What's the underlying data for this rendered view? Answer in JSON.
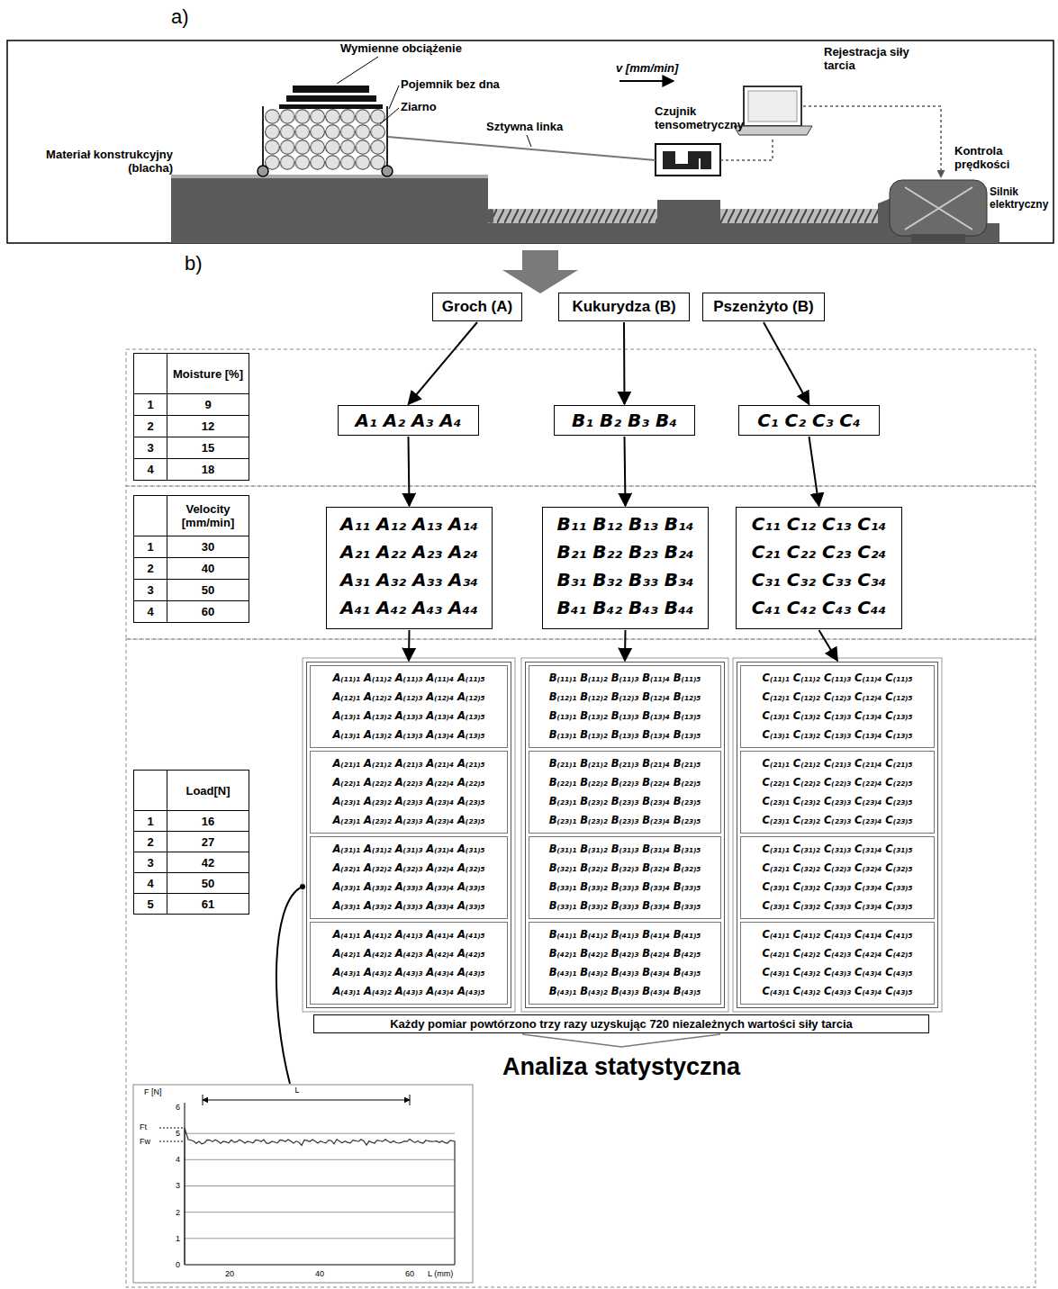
{
  "diagram": {
    "nodes": [
      {
        "text": [
          "Groch (A)"
        ]
      },
      {
        "text": [
          "Kukurydza (B)"
        ]
      },
      {
        "text": [
          "Pszenżyto (B)"
        ]
      },
      {
        "text": [
          "A₁ A₂ A₃ A₄"
        ]
      },
      {
        "text": [
          "B₁ B₂ B₃ B₄"
        ]
      },
      {
        "text": [
          "C₁ C₂ C₃ C₄"
        ]
      },
      {
        "text": [
          "A₁₁ A₁₂ A₁₃ A₁₄",
          "A₂₁ A₂₂ A₂₃ A₂₄",
          "A₃₁ A₃₂ A₃₃ A₃₄",
          "A₄₁ A₄₂ A₄₃ A₄₄"
        ]
      },
      {
        "text": [
          "B₁₁ B₁₂ B₁₃ B₁₄",
          "B₂₁ B₂₂ B₂₃ B₂₄",
          "B₃₁ B₃₂ B₃₃ B₃₄",
          "B₄₁ B₄₂ B₄₃ B₄₄"
        ]
      },
      {
        "text": [
          "C₁₁ C₁₂ C₁₃ C₁₄",
          "C₂₁ C₂₂ C₂₃ C₂₄",
          "C₃₁ C₃₂ C₃₃ C₃₄",
          "C₄₁ C₄₂ C₄₃ C₄₄"
        ]
      },
      {
        "text": []
      },
      {
        "text": [
          "A₍₁₁₎₁ A₍₁₁₎₂ A₍₁₁₎₃ A₍₁₁₎₄ A₍₁₁₎₅",
          "A₍₁₂₎₁ A₍₁₂₎₂ A₍₁₂₎₃ A₍₁₂₎₄ A₍₁₂₎₅",
          "A₍₁₃₎₁ A₍₁₃₎₂ A₍₁₃₎₃ A₍₁₃₎₄ A₍₁₃₎₅",
          "A₍₁₃₎₁ A₍₁₃₎₂ A₍₁₃₎₃ A₍₁₃₎₄ A₍₁₃₎₅"
        ],
        "in": 9
      },
      {
        "text": [
          "A₍₂₁₎₁ A₍₂₁₎₂ A₍₂₁₎₃ A₍₂₁₎₄ A₍₂₁₎₅",
          "A₍₂₂₎₁ A₍₂₂₎₂ A₍₂₂₎₃ A₍₂₂₎₄ A₍₂₂₎₅",
          "A₍₂₃₎₁ A₍₂₃₎₂ A₍₂₃₎₃ A₍₂₃₎₄ A₍₂₃₎₅",
          "A₍₂₃₎₁ A₍₂₃₎₂ A₍₂₃₎₃ A₍₂₃₎₄ A₍₂₃₎₅"
        ],
        "in": 9
      },
      {
        "text": [
          "A₍₃₁₎₁ A₍₃₁₎₂ A₍₃₁₎₃ A₍₃₁₎₄ A₍₃₁₎₅",
          "A₍₃₂₎₁ A₍₃₂₎₂ A₍₃₂₎₃ A₍₃₂₎₄ A₍₃₂₎₅",
          "A₍₃₃₎₁ A₍₃₃₎₂ A₍₃₃₎₃ A₍₃₃₎₄ A₍₃₃₎₅",
          "A₍₃₃₎₁ A₍₃₃₎₂ A₍₃₃₎₃ A₍₃₃₎₄ A₍₃₃₎₅"
        ],
        "in": 9
      },
      {
        "text": [
          "A₍₄₁₎₁ A₍₄₁₎₂ A₍₄₁₎₃ A₍₄₁₎₄ A₍₄₁₎₅",
          "A₍₄₂₎₁ A₍₄₂₎₂ A₍₄₂₎₃ A₍₄₂₎₄ A₍₄₂₎₅",
          "A₍₄₃₎₁ A₍₄₃₎₂ A₍₄₃₎₃ A₍₄₃₎₄ A₍₄₃₎₅",
          "A₍₄₃₎₁ A₍₄₃₎₂ A₍₄₃₎₃ A₍₄₃₎₄ A₍₄₃₎₅"
        ],
        "in": 9
      },
      {
        "text": []
      },
      {
        "text": [
          "B₍₁₁₎₁ B₍₁₁₎₂ B₍₁₁₎₃ B₍₁₁₎₄ B₍₁₁₎₅",
          "B₍₁₂₎₁ B₍₁₂₎₂ B₍₁₂₎₃ B₍₁₂₎₄ B₍₁₂₎₅",
          "B₍₁₃₎₁ B₍₁₃₎₂ B₍₁₃₎₃ B₍₁₃₎₄ B₍₁₃₎₅",
          "B₍₁₃₎₁ B₍₁₃₎₂ B₍₁₃₎₃ B₍₁₃₎₄ B₍₁₃₎₅"
        ],
        "in": 14
      },
      {
        "text": [
          "B₍₂₁₎₁ B₍₂₁₎₂ B₍₂₁₎₃ B₍₂₁₎₄ B₍₂₁₎₅",
          "B₍₂₂₎₁ B₍₂₂₎₂ B₍₂₂₎₃ B₍₂₂₎₄ B₍₂₂₎₅",
          "B₍₂₃₎₁ B₍₂₃₎₂ B₍₂₃₎₃ B₍₂₃₎₄ B₍₂₃₎₅",
          "B₍₂₃₎₁ B₍₂₃₎₂ B₍₂₃₎₃ B₍₂₃₎₄ B₍₂₃₎₅"
        ],
        "in": 14
      },
      {
        "text": [
          "B₍₃₁₎₁ B₍₃₁₎₂ B₍₃₁₎₃ B₍₃₁₎₄ B₍₃₁₎₅",
          "B₍₃₂₎₁ B₍₃₂₎₂ B₍₃₂₎₃ B₍₃₂₎₄ B₍₃₂₎₅",
          "B₍₃₃₎₁ B₍₃₃₎₂ B₍₃₃₎₃ B₍₃₃₎₄ B₍₃₃₎₅",
          "B₍₃₃₎₁ B₍₃₃₎₂ B₍₃₃₎₃ B₍₃₃₎₄ B₍₃₃₎₅"
        ],
        "in": 14
      },
      {
        "text": [
          "B₍₄₁₎₁ B₍₄₁₎₂ B₍₄₁₎₃ B₍₄₁₎₄ B₍₄₁₎₅",
          "B₍₄₂₎₁ B₍₄₂₎₂ B₍₄₂₎₃ B₍₄₂₎₄ B₍₄₂₎₅",
          "B₍₄₃₎₁ B₍₄₃₎₂ B₍₄₃₎₃ B₍₄₃₎₄ B₍₄₃₎₅",
          "B₍₄₃₎₁ B₍₄₃₎₂ B₍₄₃₎₃ B₍₄₃₎₄ B₍₄₃₎₅"
        ],
        "in": 14
      },
      {
        "text": []
      },
      {
        "text": [
          "C₍₁₁₎₁ C₍₁₁₎₂ C₍₁₁₎₃ C₍₁₁₎₄ C₍₁₁₎₅",
          "C₍₁₂₎₁ C₍₁₂₎₂ C₍₁₂₎₃ C₍₁₂₎₄ C₍₁₂₎₅",
          "C₍₁₃₎₁ C₍₁₃₎₂ C₍₁₃₎₃ C₍₁₃₎₄ C₍₁₃₎₅",
          "C₍₁₃₎₁ C₍₁₃₎₂ C₍₁₃₎₃ C₍₁₃₎₄ C₍₁₃₎₅"
        ],
        "in": 19
      },
      {
        "text": [
          "C₍₂₁₎₁ C₍₂₁₎₂ C₍₂₁₎₃ C₍₂₁₎₄ C₍₂₁₎₅",
          "C₍₂₂₎₁ C₍₂₂₎₂ C₍₂₂₎₃ C₍₂₂₎₄ C₍₂₂₎₅",
          "C₍₂₃₎₁ C₍₂₃₎₂ C₍₂₃₎₃ C₍₂₃₎₄ C₍₂₃₎₅",
          "C₍₂₃₎₁ C₍₂₃₎₂ C₍₂₃₎₃ C₍₂₃₎₄ C₍₂₃₎₅"
        ],
        "in": 19
      },
      {
        "text": [
          "C₍₃₁₎₁ C₍₃₁₎₂ C₍₃₁₎₃ C₍₃₁₎₄ C₍₃₁₎₅",
          "C₍₃₂₎₁ C₍₃₂₎₂ C₍₃₂₎₃ C₍₃₂₎₄ C₍₃₂₎₅",
          "C₍₃₃₎₁ C₍₃₃₎₂ C₍₃₃₎₃ C₍₃₃₎₄ C₍₃₃₎₅",
          "C₍₃₃₎₁ C₍₃₃₎₂ C₍₃₃₎₃ C₍₃₃₎₄ C₍₃₃₎₅"
        ],
        "in": 19
      },
      {
        "text": [
          "C₍₄₁₎₁ C₍₄₁₎₂ C₍₄₁₎₃ C₍₄₁₎₄ C₍₄₁₎₅",
          "C₍₄₂₎₁ C₍₄₂₎₂ C₍₄₂₎₃ C₍₄₂₎₄ C₍₄₂₎₅",
          "C₍₄₃₎₁ C₍₄₃₎₂ C₍₄₃₎₃ C₍₄₃₎₄ C₍₄₃₎₅",
          "C₍₄₃₎₁ C₍₄₃₎₂ C₍₄₃₎₃ C₍₄₃₎₄ C₍₄₃₎₅"
        ],
        "in": 19
      },
      {
        "text": [
          "Każdy pomiar powtórzono trzy razy uzyskując 720 niezależnych wartości siły tarcia"
        ]
      }
    ],
    "edges": [
      {
        "from": 0,
        "to": 3,
        "arrow": "to"
      },
      {
        "from": 1,
        "to": 4,
        "arrow": "to"
      },
      {
        "from": 2,
        "to": 5,
        "arrow": "to"
      },
      {
        "from": 3,
        "to": 6,
        "arrow": "to"
      },
      {
        "from": 4,
        "to": 7,
        "arrow": "to"
      },
      {
        "from": 5,
        "to": 8,
        "arrow": "to"
      },
      {
        "from": 6,
        "to": 9,
        "arrow": "to"
      },
      {
        "from": 7,
        "to": 14,
        "arrow": "to"
      },
      {
        "from": 8,
        "to": 19,
        "arrow": "to"
      }
    ],
    "labels": [
      "a)",
      "Wymienne obciążenie",
      "Pojemnik bez dna",
      "Ziarno",
      "Sztywna linka",
      "Materiał konstrukcyjny (blacha)",
      "v [mm/min]",
      "Czujnik tensometryczny",
      "Rejestracja siły tarcia",
      "Kontrola prędkości",
      "Silnik elektryczny",
      "b)",
      "Moisture [%]",
      "1",
      "9",
      "2",
      "12",
      "3",
      "15",
      "4",
      "18",
      "Velocity [mm/min]",
      "1",
      "30",
      "2",
      "40",
      "3",
      "50",
      "4",
      "60",
      "Load[N]",
      "1",
      "16",
      "2",
      "27",
      "3",
      "42",
      "4",
      "50",
      "5",
      "61",
      "Analiza statystyczna",
      "L",
      "Ft",
      "Fw",
      "F [N]",
      "0",
      "1",
      "2",
      "3",
      "4",
      "5",
      "6",
      "20",
      "40",
      "60",
      "L (mm)"
    ]
  }
}
